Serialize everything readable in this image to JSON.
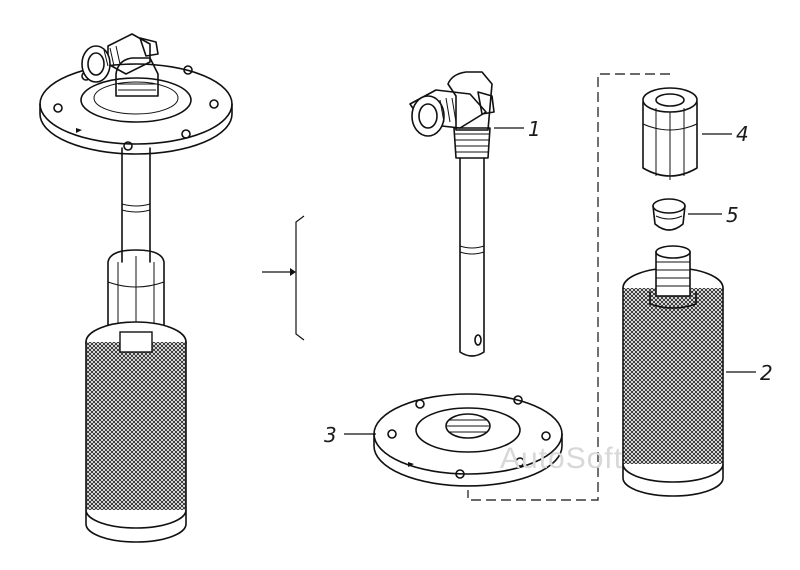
{
  "labels": {
    "l1": "1",
    "l2": "2",
    "l3": "3",
    "l4": "4",
    "l5": "5"
  },
  "watermark": "AutoSoft"
}
